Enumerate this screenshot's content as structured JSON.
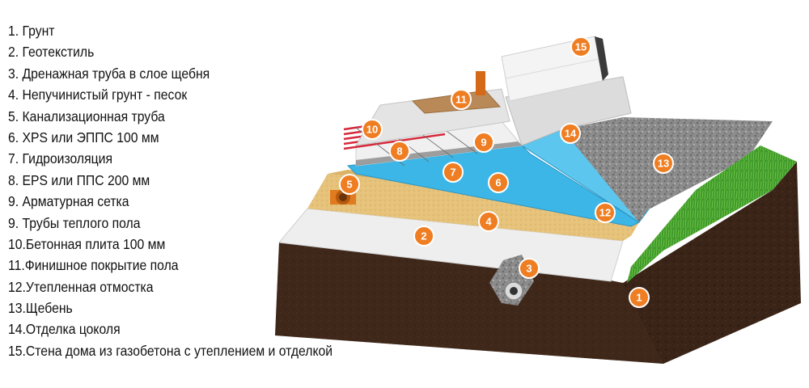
{
  "legend": [
    "1.  Грунт",
    "2.  Геотекстиль",
    "3.  Дренажная труба в слое щебня",
    "4.  Непучинистый грунт - песок",
    "5.  Канализационная труба",
    "6.  XPS или ЭППС 100 мм",
    "7.  Гидроизоляция",
    "8.  EPS или ППС 200 мм",
    "9.  Арматурная сетка",
    "9.  Трубы теплого пола",
    "10.Бетонная плита 100 мм",
    "11.Финишное покрытие пола",
    "12.Утепленная отмостка",
    "13.Щебень",
    "14.Отделка цоколя",
    "15.Стена дома из газобетона с утеплением и отделкой"
  ],
  "markers": [
    {
      "label": "1",
      "name": "marker-soil"
    },
    {
      "label": "2",
      "name": "marker-geotextile"
    },
    {
      "label": "3",
      "name": "marker-drain-pipe"
    },
    {
      "label": "4",
      "name": "marker-sand"
    },
    {
      "label": "5",
      "name": "marker-sewer-pipe"
    },
    {
      "label": "6",
      "name": "marker-xps"
    },
    {
      "label": "7",
      "name": "marker-waterproofing"
    },
    {
      "label": "8",
      "name": "marker-eps"
    },
    {
      "label": "9",
      "name": "marker-rebar-mesh"
    },
    {
      "label": "10",
      "name": "marker-concrete-slab"
    },
    {
      "label": "11",
      "name": "marker-floor-finish"
    },
    {
      "label": "12",
      "name": "marker-insulated-blind-area"
    },
    {
      "label": "13",
      "name": "marker-gravel"
    },
    {
      "label": "14",
      "name": "marker-plinth-finish"
    },
    {
      "label": "15",
      "name": "marker-wall"
    }
  ],
  "colors": {
    "marker": "#ef7d22",
    "soil": "#3a2418",
    "sand": "#e6c27a",
    "xps": "#3cb6e6",
    "gravel": "#8c8c8c",
    "grass": "#3f9a2a",
    "geotextile": "#eeeeee",
    "wall": "#f2f2f2"
  }
}
